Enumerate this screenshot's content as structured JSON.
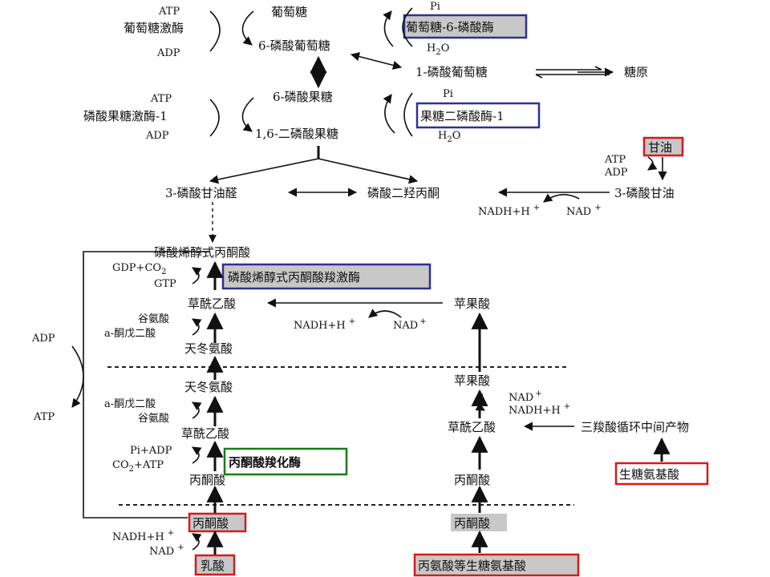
{
  "colors": {
    "enzyme_box_blue": "#2e3192",
    "enzyme_box_red": "#d7191c",
    "enzyme_box_green": "#1a7a1a",
    "highlight_gray": "#c8c8c8"
  },
  "nodes": {
    "glucose": "葡萄糖",
    "g6p": "6-磷酸葡萄糖",
    "g1p": "1-磷酸葡萄糖",
    "glycogen": "糖原",
    "f6p": "6-磷酸果糖",
    "f16bp": "1,6-二磷酸果糖",
    "gap": "3-磷酸甘油醛",
    "dhap": "磷酸二羟丙酮",
    "glycerol3p": "3-磷酸甘油",
    "glycerol": "甘油",
    "pep": "磷酸烯醇式丙酮酸",
    "oaa_cyt": "草酰乙酸",
    "malate_cyt": "苹果酸",
    "asp_cyt": "天冬氨酸",
    "asp_mito": "天冬氨酸",
    "malate_mito": "苹果酸",
    "oaa_mito_left": "草酰乙酸",
    "oaa_mito_right": "草酰乙酸",
    "pyr_mito_left": "丙酮酸",
    "pyr_mito_right": "丙酮酸",
    "tca": "三羧酸循环中间产物",
    "glucogenic_aa": "生糖氨基酸",
    "pyr_cyt": "丙酮酸",
    "pyr_cyt_right": "丙酮酸",
    "lactate": "乳酸",
    "ala_aa": "丙氨酸等生糖氨基酸"
  },
  "enzymes": {
    "hexokinase": "葡萄糖激酶",
    "g6pase": "葡萄糖-6-磷酸酶",
    "pfk1": "磷酸果糖激酶-1",
    "fbpase": "果糖二磷酸酶-1",
    "pepck": "磷酸烯醇式丙酮酸羧激酶",
    "pc": "丙酮酸羧化酶"
  },
  "cofactors": {
    "atp1": "ATP",
    "adp1": "ADP",
    "pi1": "Pi",
    "h2o1_base": "H",
    "h2o1_sub": "2",
    "h2o1_end": "O",
    "atp2": "ATP",
    "adp2": "ADP",
    "pi2": "Pi",
    "h2o2_base": "H",
    "h2o2_sub": "2",
    "h2o2_end": "O",
    "atp3": "ATP",
    "adp3": "ADP",
    "nadh1_base": "NADH+H",
    "nadh1_sup": "+",
    "nad1_base": "NAD",
    "nad1_sup": "+",
    "gdp_co2_base": "GDP+CO",
    "gdp_co2_sub": "2",
    "gtp": "GTP",
    "nadh2_base": "NADH+H",
    "nadh2_sup": "+",
    "nad2_base": "NAD",
    "nad2_sup": "+",
    "glu1": "谷氨酸",
    "akg1": "a-酮戊二酸",
    "akg2": "a-酮戊二酸",
    "glu2": "谷氨酸",
    "nad3_base": "NAD",
    "nad3_sup": "+",
    "nadh3_base": "NADH+H",
    "nadh3_sup": "+",
    "pi_adp": "Pi+ADP",
    "co2_atp_a": "CO",
    "co2_atp_sub": "2",
    "co2_atp_b": "+ATP",
    "adp_loop": "ADP",
    "atp_loop": "ATP",
    "nadh4_base": "NADH+H",
    "nadh4_sup": "+",
    "nad4_base": "NAD",
    "nad4_sup": "+"
  }
}
